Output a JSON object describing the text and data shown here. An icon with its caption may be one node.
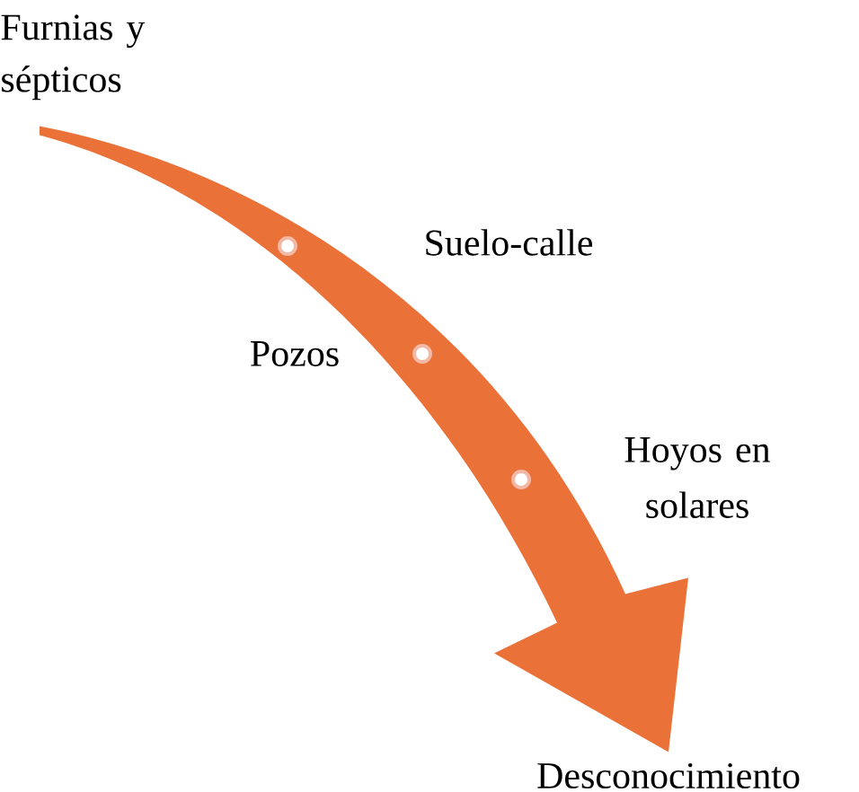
{
  "diagram": {
    "nodes": [
      {
        "text": [
          "Furnias y sépticos"
        ]
      },
      {
        "text": [
          "Desconocimiento"
        ]
      }
    ],
    "edges": [
      {
        "from": 0,
        "to": 1,
        "arrow": "to",
        "style": "thick"
      }
    ],
    "labels": [
      "Suelo-calle",
      "Pozos",
      "Hoyos en solares"
    ]
  }
}
